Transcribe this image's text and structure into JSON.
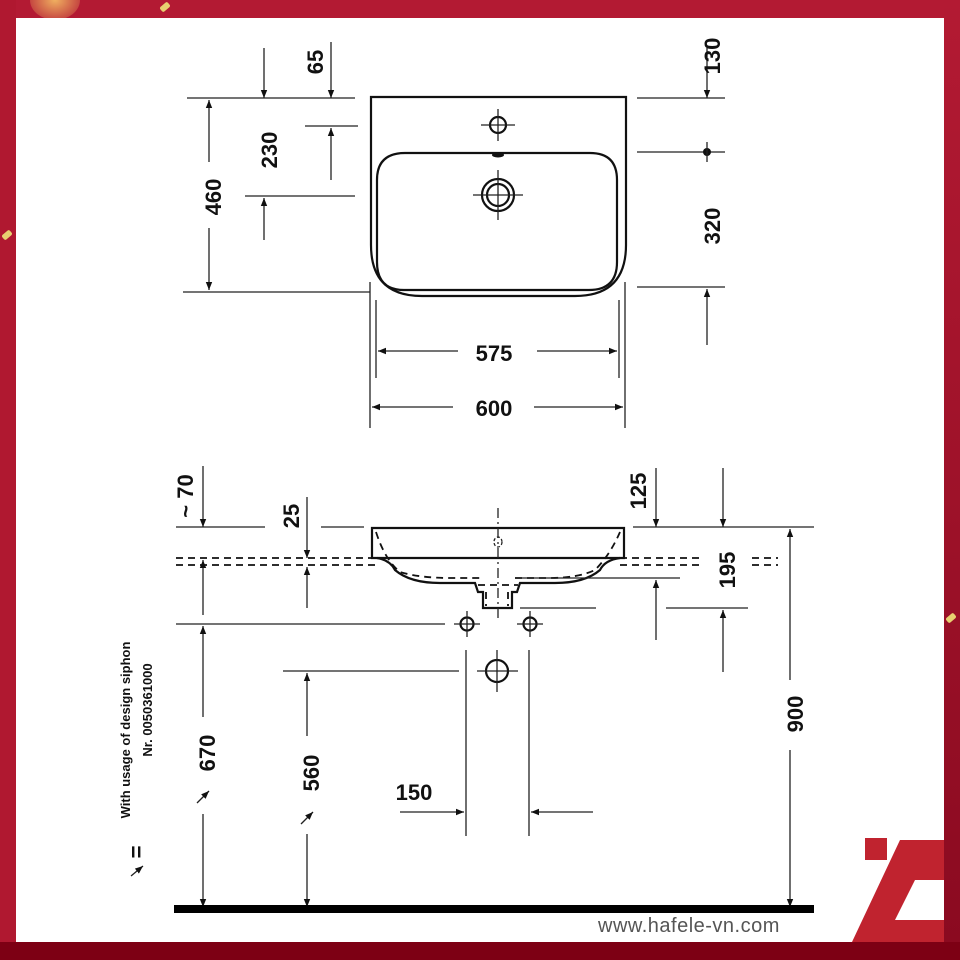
{
  "colors": {
    "frame_red": "#b31a33",
    "frame_dark_red": "#7d0014",
    "logo_red": "#c0232f",
    "line": "#222222",
    "url_gray": "#555555"
  },
  "top_view": {
    "dimensions": {
      "d65": "65",
      "d130": "130",
      "d230": "230",
      "d460": "460",
      "d320": "320",
      "d575": "575",
      "d600": "600"
    }
  },
  "side_view": {
    "dimensions": {
      "d70": "~ 70",
      "d25": "25",
      "d125": "125",
      "d195": "195",
      "d670": "670",
      "d560": "560",
      "d150": "150",
      "d900": "900"
    },
    "note": {
      "line1": "With usage of design siphon",
      "line2": "Nr. 0050361000",
      "legend_equals": "="
    }
  },
  "footer": {
    "website": "www.hafele-vn.com",
    "logo": "hafele-logo"
  },
  "icons": {
    "tap_hole": "crosshair-circle",
    "drain": "double-circle",
    "overflow": "dot",
    "siphon_arrow": "diagonal-arrow"
  }
}
